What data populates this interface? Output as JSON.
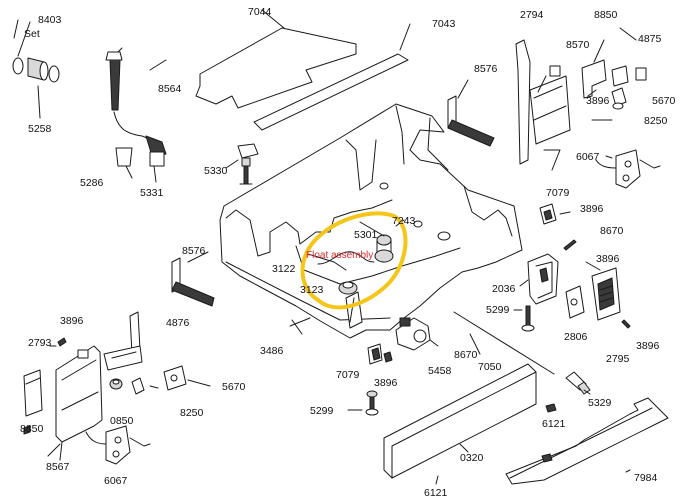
{
  "highlight": {
    "annotation": "Float assembly",
    "color": "#f5c518",
    "annotation_color": "#d42b2b"
  },
  "labels": {
    "l8403": "8403",
    "lset": "Set",
    "l5258": "5258",
    "l8564": "8564",
    "l5286": "5286",
    "l5331": "5331",
    "l7044": "7044",
    "l7043": "7043",
    "l5330": "5330",
    "l8576a": "8576",
    "l8576b": "8576",
    "l2794": "2794",
    "l8850a": "8850",
    "l4875a": "4875",
    "l8570": "8570",
    "l3896a": "3896",
    "l5670a": "5670",
    "l8250a": "8250",
    "l6067a": "6067",
    "l7079a": "7079",
    "l3896b": "3896",
    "l8670a": "8670",
    "l3896c": "3896",
    "l2036": "2036",
    "l5299a": "5299",
    "l2806": "2806",
    "l2795": "2795",
    "l3896d": "3896",
    "l7243": "7243",
    "l5301": "5301",
    "l3122": "3122",
    "l3123": "3123",
    "l3486": "3486",
    "l3896e": "3896",
    "l4876": "4876",
    "l2793": "2793",
    "l5670b": "5670",
    "l0850": "0850",
    "l8250b": "8250",
    "l8850b": "8850",
    "l8567": "8567",
    "l6067b": "6067",
    "l7079b": "7079",
    "l3896f": "3896",
    "l5458": "5458",
    "l8670b": "8670",
    "l7050": "7050",
    "l5299b": "5299",
    "l5329": "5329",
    "l6121a": "6121",
    "l0320": "0320",
    "l6121b": "6121",
    "l7984": "7984"
  }
}
